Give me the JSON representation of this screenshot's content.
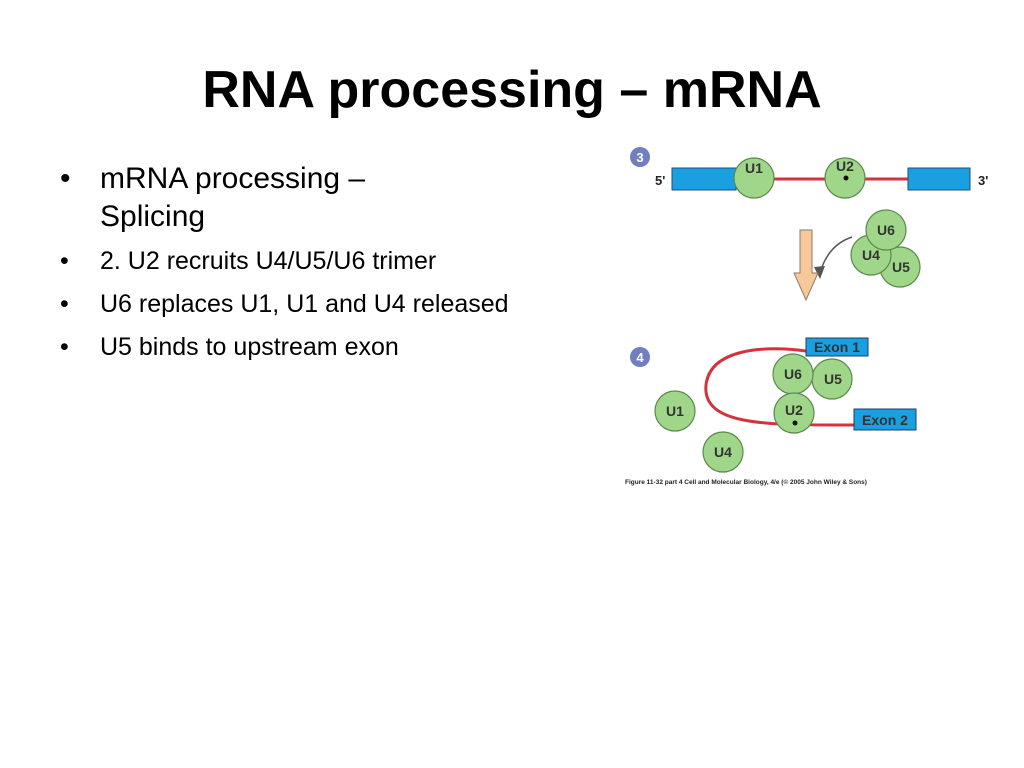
{
  "title": "RNA processing – mRNA",
  "bullets": [
    "mRNA processing – Splicing",
    "2. U2 recruits U4/U5/U6 trimer",
    "U6 replaces U1, U1 and U4 released",
    "U5 binds to upstream exon"
  ],
  "figure": {
    "step3": {
      "number": "3",
      "five_prime": "5'",
      "three_prime": "3'",
      "particles": [
        "U1",
        "U2"
      ],
      "trimer": [
        "U6",
        "U4",
        "U5"
      ]
    },
    "step4": {
      "number": "4",
      "particles": [
        "U6",
        "U5",
        "U2",
        "U1",
        "U4"
      ],
      "exon1": "Exon 1",
      "exon2": "Exon 2"
    },
    "caption": "Figure 11-32 part 4  Cell and Molecular Biology, 4/e (© 2005 John Wiley & Sons)",
    "colors": {
      "exon_blue": "#1a9fe0",
      "intron_red": "#d2333d",
      "snrnp_green": "#9fd68a",
      "step_badge": "#6f7fbf",
      "arrow_orange": "#f7c89a"
    }
  }
}
